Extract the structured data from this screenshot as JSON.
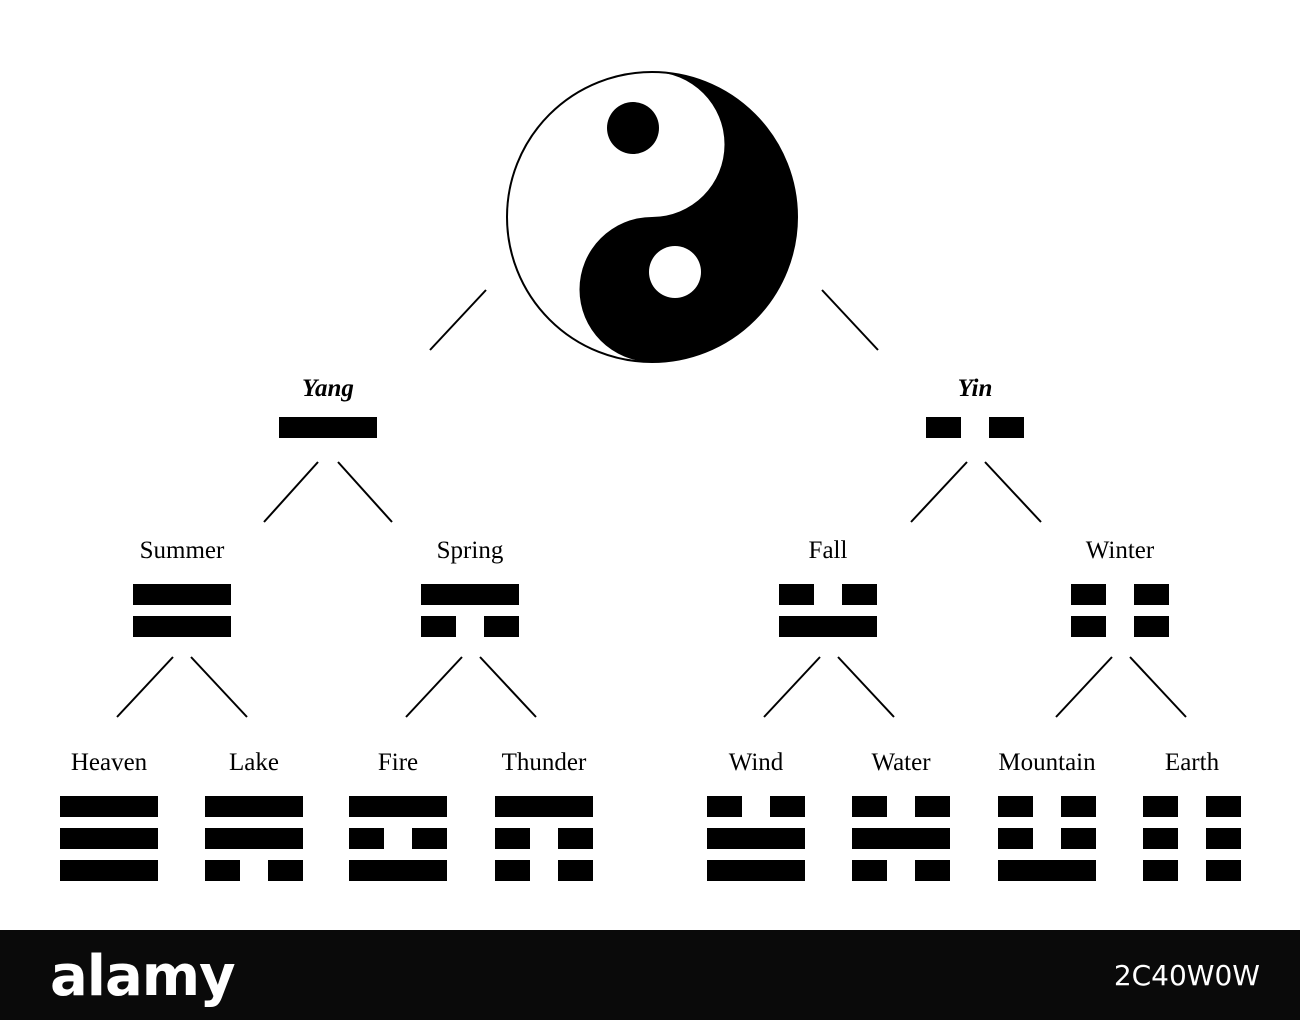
{
  "diagram": {
    "root": {
      "name": "yin-yang-symbol",
      "icon": "yin-yang-icon"
    },
    "level1": [
      {
        "label": "Yang",
        "lines": [
          1
        ]
      },
      {
        "label": "Yin",
        "lines": [
          0
        ]
      }
    ],
    "level2": [
      {
        "label": "Summer",
        "lines": [
          1,
          1
        ]
      },
      {
        "label": "Spring",
        "lines": [
          0,
          1
        ]
      },
      {
        "label": "Fall",
        "lines": [
          1,
          0
        ]
      },
      {
        "label": "Winter",
        "lines": [
          0,
          0
        ]
      }
    ],
    "level3": [
      {
        "label": "Heaven",
        "lines": [
          1,
          1,
          1
        ]
      },
      {
        "label": "Lake",
        "lines": [
          0,
          1,
          1
        ]
      },
      {
        "label": "Fire",
        "lines": [
          1,
          0,
          1
        ]
      },
      {
        "label": "Thunder",
        "lines": [
          0,
          0,
          1
        ]
      },
      {
        "label": "Wind",
        "lines": [
          1,
          1,
          0
        ]
      },
      {
        "label": "Water",
        "lines": [
          0,
          1,
          0
        ]
      },
      {
        "label": "Mountain",
        "lines": [
          1,
          0,
          0
        ]
      },
      {
        "label": "Earth",
        "lines": [
          0,
          0,
          0
        ]
      }
    ]
  },
  "colors": {
    "ink": "#000000",
    "paper": "#ffffff",
    "footer": "#0a0a0a"
  },
  "footer": {
    "brand": "alamy",
    "image_id": "2C40W0W"
  }
}
